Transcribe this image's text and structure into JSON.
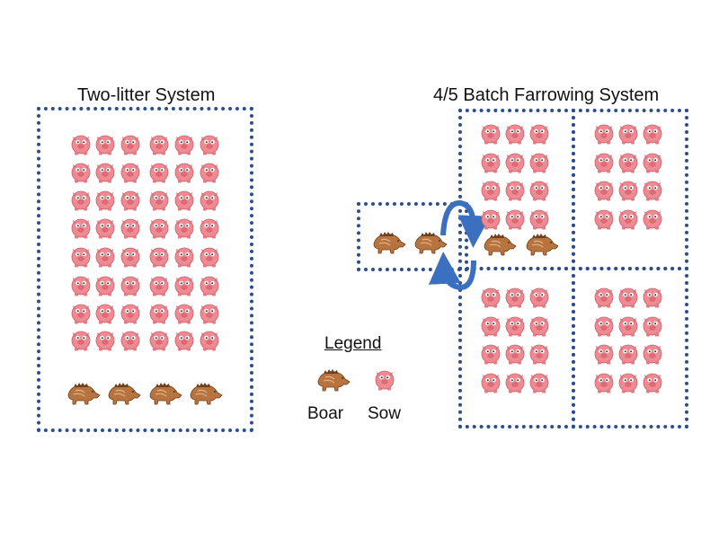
{
  "left_system": {
    "title": "Two-litter System",
    "sows": 48,
    "boars": 4
  },
  "right_system": {
    "title": "4/5 Batch Farrowing System",
    "boar_pen_boars": 2,
    "groups": [
      {
        "sows": 12,
        "boars": 2
      },
      {
        "sows": 12,
        "boars": 0
      },
      {
        "sows": 12,
        "boars": 0
      },
      {
        "sows": 12,
        "boars": 0
      }
    ]
  },
  "legend": {
    "title": "Legend",
    "boar_label": "Boar",
    "sow_label": "Sow"
  },
  "colors": {
    "border": "#2d4e8e",
    "arrow": "#3b6fc0",
    "sow": "#f08a92",
    "boar": "#b06a3a"
  }
}
